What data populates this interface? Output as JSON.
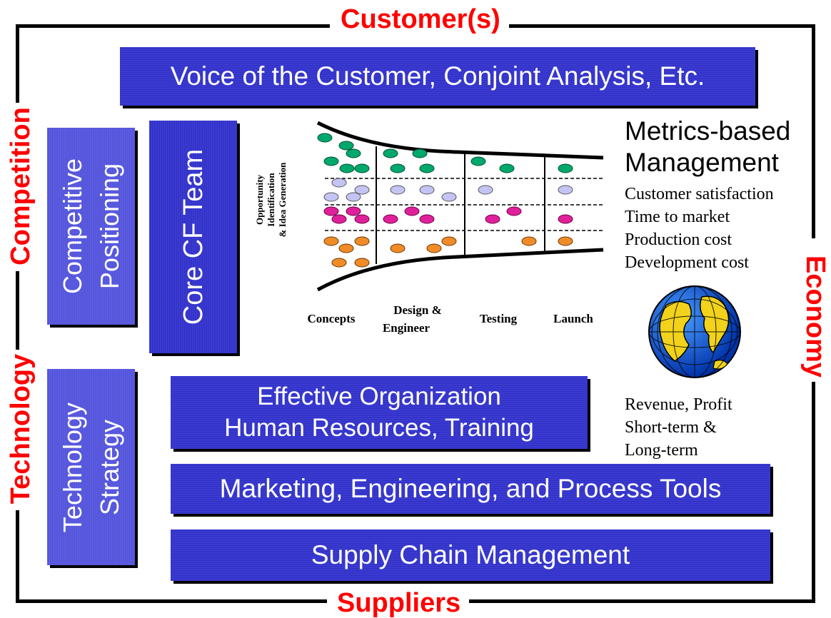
{
  "frame": {
    "top_label": "Customer(s)",
    "bottom_label": "Suppliers",
    "left_top_label": "Competition",
    "left_bottom_label": "Technology",
    "right_label": "Economy",
    "label_color": "#ff0000"
  },
  "boxes": {
    "voc": "Voice of the Customer, Conjoint Analysis, Etc.",
    "competitive_positioning": [
      "Competitive",
      "Positioning"
    ],
    "core_team": "Core CF Team",
    "technology_strategy": [
      "Technology",
      "Strategy"
    ],
    "effective_org": [
      "Effective Organization",
      "Human Resources, Training"
    ],
    "tools": "Marketing, Engineering, and Process Tools",
    "supply_chain": "Supply Chain Management",
    "box_color": "#3333cc"
  },
  "funnel": {
    "vertical_label": [
      "Opportunity",
      "Identification",
      "& Idea Generation"
    ],
    "stages": [
      {
        "label": [
          "Concepts"
        ]
      },
      {
        "label": [
          "Design &",
          "Engineer"
        ]
      },
      {
        "label": [
          "Testing"
        ]
      },
      {
        "label": [
          "Launch"
        ]
      }
    ],
    "dot_colors": [
      "#00a86b",
      "#b8b8f0",
      "#e0209a",
      "#f08c28"
    ]
  },
  "metrics": {
    "heading": [
      "Metrics-based",
      "Management"
    ],
    "items": [
      "Customer satisfaction",
      "Time to market",
      "Production cost",
      "Development cost"
    ],
    "financial": [
      "Revenue, Profit",
      "Short-term &",
      "Long-term"
    ]
  },
  "globe_icon": "globe-icon"
}
